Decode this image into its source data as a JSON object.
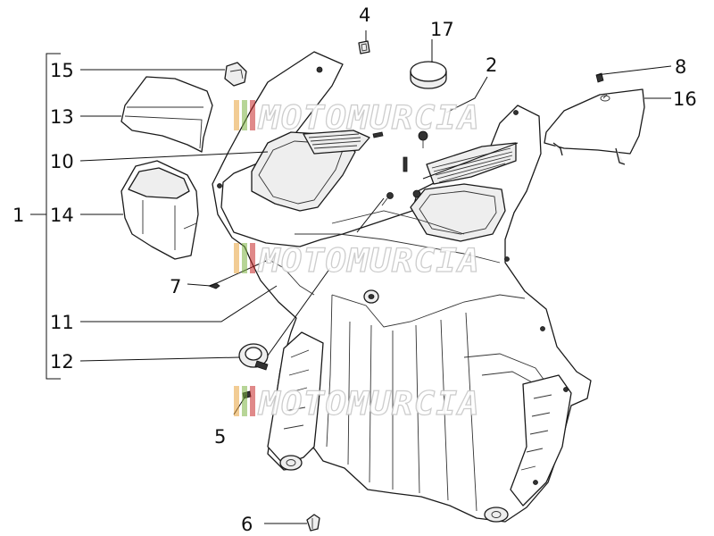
{
  "diagram": {
    "callouts": {
      "c1": "1",
      "c2": "2",
      "c4": "4",
      "c5": "5",
      "c6": "6",
      "c7": "7",
      "c8": "8",
      "c10": "10",
      "c11": "11",
      "c12": "12",
      "c13": "13",
      "c14": "14",
      "c15": "15",
      "c16": "16",
      "c17": "17"
    },
    "watermark": {
      "text": "MOTOMURCIA",
      "stripe_colors": [
        "#e8a33c",
        "#7cb342",
        "#c62828"
      ]
    }
  }
}
